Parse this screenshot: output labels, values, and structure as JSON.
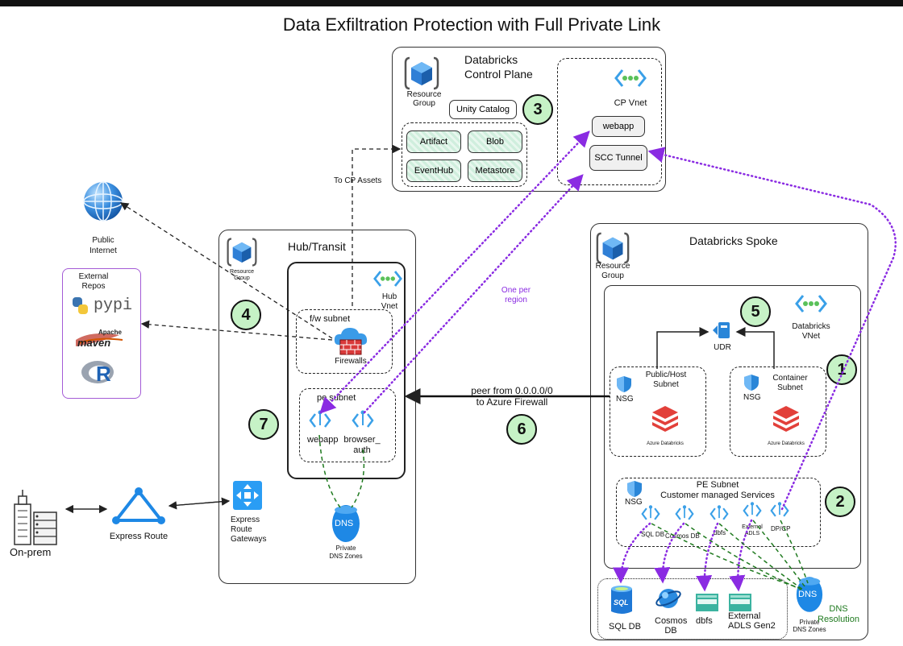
{
  "title": "Data Exfiltration Protection with Full Private Link",
  "control_plane": {
    "title_line1": "Databricks",
    "title_line2": "Control Plane",
    "resource_group_line1": "Resource",
    "resource_group_line2": "Group",
    "unity_catalog": "Unity Catalog",
    "artifact": "Artifact",
    "blob": "Blob",
    "eventhub": "EventHub",
    "metastore": "Metastore",
    "cp_vnet": "CP Vnet",
    "webapp": "webapp",
    "scc_tunnel": "SCC Tunnel"
  },
  "numbers": {
    "n1": "1",
    "n2": "2",
    "n3": "3",
    "n4": "4",
    "n5": "5",
    "n6": "6",
    "n7": "7"
  },
  "left": {
    "public_internet_line1": "Public",
    "public_internet_line2": "Internet",
    "external_repos_line1": "External",
    "external_repos_line2": "Repos",
    "pypi": "pypi",
    "maven_top": "Apache",
    "maven_word": "maven",
    "r": "R",
    "on_prem": "On-prem",
    "express_route": "Express Route"
  },
  "hub": {
    "title": "Hub/Transit",
    "resource_group_line1": "Resource",
    "resource_group_line2": "Group",
    "hub_vnet_line1": "Hub",
    "hub_vnet_line2": "Vnet",
    "fw_subnet": "f/w subnet",
    "firewalls": "Firewalls",
    "pe_subnet": "pe subnet",
    "webapp": "webapp",
    "browser_auth_line1": "browser_",
    "browser_auth_line2": "auth",
    "express_route_gw_line1": "Express",
    "express_route_gw_line2": "Route",
    "express_route_gw_line3": "Gateways",
    "dns": "DNS",
    "private_dns_line1": "Private",
    "private_dns_line2": "DNS Zones",
    "to_cp_assets": "To CP Assets",
    "one_per_region_line1": "One per",
    "one_per_region_line2": "region"
  },
  "peer_line1": "peer from 0.0.0.0/0",
  "peer_line2": "to Azure Firewall",
  "spoke": {
    "title": "Databricks Spoke",
    "resource_group_line1": "Resource",
    "resource_group_line2": "Group",
    "vnet_line1": "Databricks",
    "vnet_line2": "VNet",
    "udr": "UDR",
    "public_subnet_line1": "Public/Host",
    "public_subnet_line2": "Subnet",
    "container_subnet_line1": "Container",
    "container_subnet_line2": "Subnet",
    "nsg": "NSG",
    "azure_databricks": "Azure Databricks",
    "pe_subnet_line1": "PE Subnet",
    "pe_subnet_line2": "Customer managed Services",
    "pe_sql": "SQL DB",
    "pe_cosmos": "Cosmos DB",
    "pe_dbfs": "dbfs",
    "pe_adls_line1": "External",
    "pe_adls_line2": "ADLS",
    "pe_dpcp": "DP/CP",
    "svc_sql_icon": "SQL",
    "svc_sql": "SQL DB",
    "svc_cosmos_line1": "Cosmos",
    "svc_cosmos_line2": "DB",
    "svc_dbfs": "dbfs",
    "svc_adls_line1": "External",
    "svc_adls_line2": "ADLS Gen2",
    "dns": "DNS",
    "private_dns_line1": "Private",
    "private_dns_line2": "DNS Zones",
    "dns_resolution_line1": "DNS",
    "dns_resolution_line2": "Resolution"
  },
  "colors": {
    "purple": "#8a2be2",
    "green_dash": "#1f7a1f",
    "number_fill": "#c6f2c6",
    "azure_blue": "#1e88e5",
    "databricks_red": "#e2403a"
  }
}
